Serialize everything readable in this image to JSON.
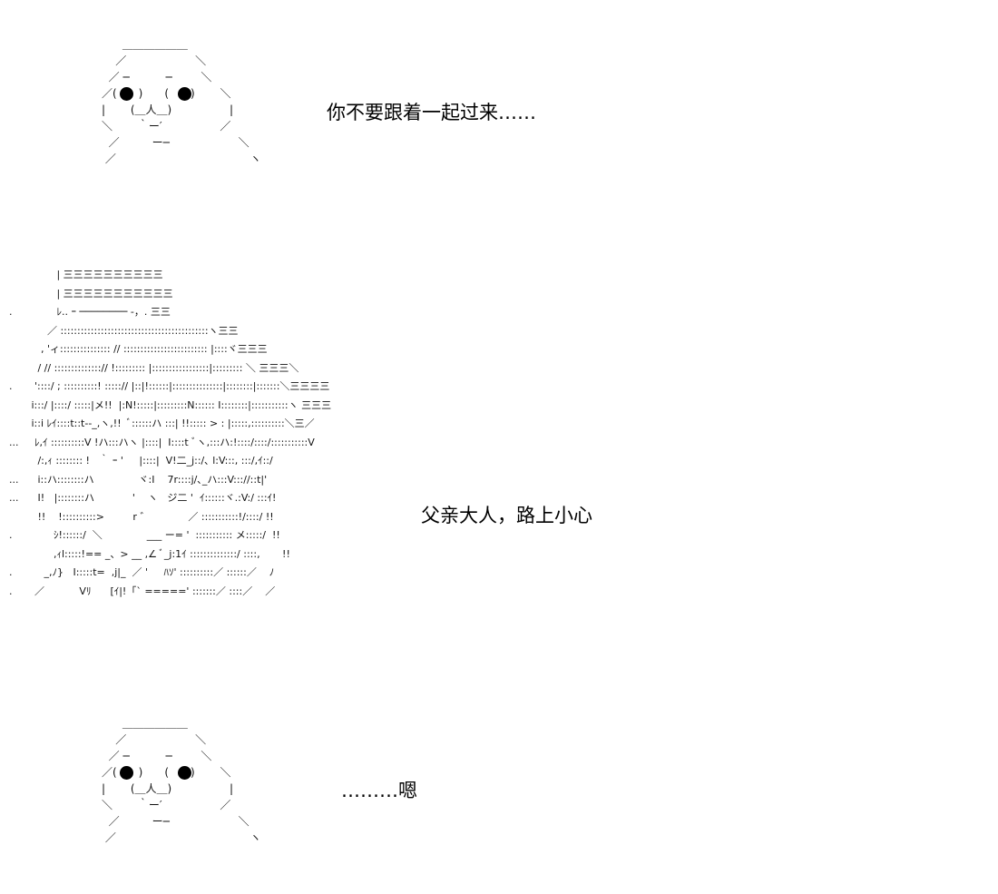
{
  "panels": [
    {
      "speech": "你不要跟着一起过来……",
      "art": "      ＿＿＿＿＿＿\n    ／　　　　　　 ＼\n  ／ ─　　　 ─　　  ＼\n／(　　)　　(　　)　　 ＼\n|　　 (＿人＿)　　　　　 |\n＼　　 ｀ー′　　　　　 ／\n  ／　　　ー─　　　　　　 ＼\n ／　　　　　　　　　　　　 ヽ"
    },
    {
      "speech": "父亲大人，路上小心",
      "art": "               | 三三三三三三三三三三\n               | 三三三三三三三三三三三\n.              ﾚ.. ｰ ──────── -，. 三三\n            ／ ::::::::::::::::::::::::::::::::::::::::::::ヽ三三\n          , 'ィ::::::::::::::: // ::::::::::::::::::::::::: |::::ヾ三三三\n         / // ::::::::::::::// !::::::::: |:::::::::::::::::|::::::::: ＼ 三三三＼\n.       '::::/ ; ::::::::::! :::::// |::|!::::::|:::::::::::::::|::::::::|:::::::＼三三三三\n       i:::/ |::::/ :::::|メ!!  |:N!:::::|:::::::::N:::::: I::::::::|:::::::::::ヽ 三三三\n       i::i ﾚｲ::::t::t‐-_,ヽ,!!  ﾞ::::::ハ :::| !!::::: > : |:::::,::::::::::＼三／\n...     ﾚ,ｲ ::::::::::V !ハ:::ハヽ |::::|  I::::t ﾞヽ,:::ハ:!::::/::::/:::::::::::V\n         /:,ｨ :::::::: !   ｀ ｰ '     |::::|  V!二_j::/､ l:V:::, :::/,ｲ::/\n...      i::ハ::::::::ハ              ヾ:I    7r::::j/､_ハ:::V::://::t|'\n...      I!   |::::::::ハ            '    ヽ   ジ二 '  ｲ::::::ヾ.:V:/ :::ｲ!\n         !!    !::::::::::>         r ゛            ／ :::::::::::!/::::/ !!\n.             ｼ!::::::/  ＼              ___ ー= '  ::::::::::: メ:::::/  !!\n              ,ｨl:::::!== _、> __ ,∠ ﾞ_j:1ｲ ::::::::::::::/ ::::,       !!\n.          _,ﾉ}   I:::::t=  ,j|_  ／ '     ﾊｿ' ::::::::::／ ::::::／    ﾉ\n.       ／           Vﾘ      [ｲ|!「` =====' :::::::／ ::::／    ／"
    },
    {
      "speech": "………嗯",
      "art": "      ＿＿＿＿＿＿\n    ／　　　　　　 ＼\n  ／ ─　　　 ─　　  ＼\n／(　　)　　(　　)　　 ＼\n|　　 (＿人＿)　　　　　 |\n＼　　 ｀ー′　　　　　 ／\n  ／　　　ー─　　　　　　 ＼\n ／　　　　　　　　　　　　 ヽ"
    }
  ],
  "colors": {
    "background": "#ffffff",
    "text": "#000000"
  }
}
